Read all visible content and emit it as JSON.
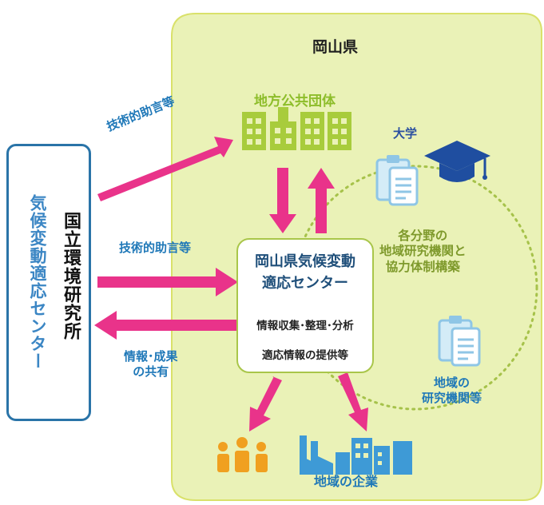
{
  "prefecture": {
    "label": "岡山県"
  },
  "local_government": {
    "label": "地方公共団体"
  },
  "university": {
    "label": "大学"
  },
  "national_institute": {
    "line1": "国立環境研究所",
    "line2": "気候変動適応センター"
  },
  "center": {
    "title_line1": "岡山県気候変動",
    "title_line2": "適応センター",
    "role1": "情報収集･整理･分析",
    "role2": "適応情報の提供等"
  },
  "arrows": {
    "advice_upper": "技術的助言等",
    "advice_middle": "技術的助言等",
    "share_line1": "情報･成果",
    "share_line2": "の共有"
  },
  "cooperation": {
    "line1": "各分野の",
    "line2": "地域研究機関と",
    "line3": "協力体制構築"
  },
  "local_research": {
    "line1": "地域の",
    "line2": "研究機関等"
  },
  "local_companies": {
    "label": "地域の企業"
  },
  "colors": {
    "region_fill": "#eaf2b7",
    "region_border": "#d9e16a",
    "arrow_pink": "#e9338a",
    "building_green": "#a8cc3c",
    "icon_blue": "#8fc6e6",
    "cap_navy": "#1f4ea0",
    "people_orange": "#f0a020",
    "factory_blue": "#3e9ad6",
    "nies_border": "#2a74a8"
  },
  "icons": [
    "office-buildings-icon",
    "clipboard-icon",
    "graduation-cap-icon",
    "people-icon",
    "factory-icon",
    "city-buildings-icon"
  ]
}
